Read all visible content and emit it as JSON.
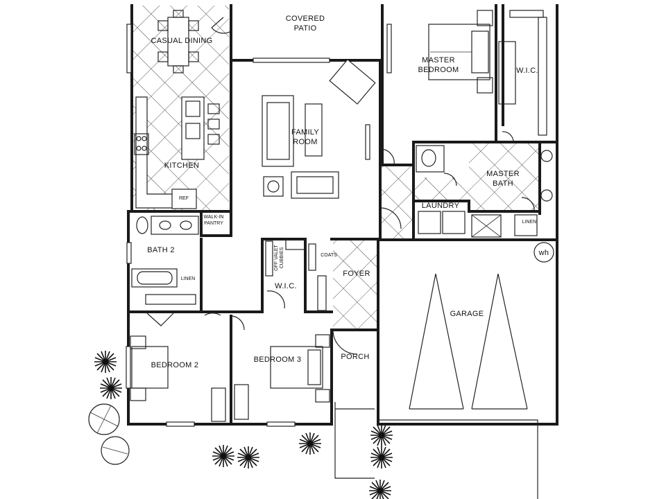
{
  "rooms": {
    "covered_patio": [
      "COVERED",
      "PATIO"
    ],
    "casual_dining": "CASUAL DINING",
    "kitchen": "KITCHEN",
    "ref": "REF",
    "walk_in_pantry": [
      "WALK-IN",
      "PANTRY"
    ],
    "family_room": [
      "FAMILY",
      "ROOM"
    ],
    "master_bedroom": [
      "MASTER",
      "BEDROOM"
    ],
    "wic_master": "W.I.C.",
    "master_bath": [
      "MASTER",
      "BATH"
    ],
    "laundry": "LAUNDRY",
    "linen_master": "LINEN",
    "water_heater": "wh",
    "bath2": "BATH 2",
    "linen_bath2": "LINEN",
    "off_valet_cubbies": [
      "OFF VALET",
      "CUBBIES"
    ],
    "coats": "COATS",
    "wic_hall": "W.I.C.",
    "foyer": "FOYER",
    "garage": "GARAGE",
    "porch": "PORCH",
    "bedroom2": "BEDROOM 2",
    "bedroom3": "BEDROOM 3"
  },
  "colors": {
    "line": "#1a1a1a",
    "background": "#ffffff"
  },
  "icons": [
    "shrub-icon",
    "tree-icon",
    "bed-icon",
    "sofa-icon",
    "toilet-icon",
    "tub-icon",
    "range-icon"
  ]
}
